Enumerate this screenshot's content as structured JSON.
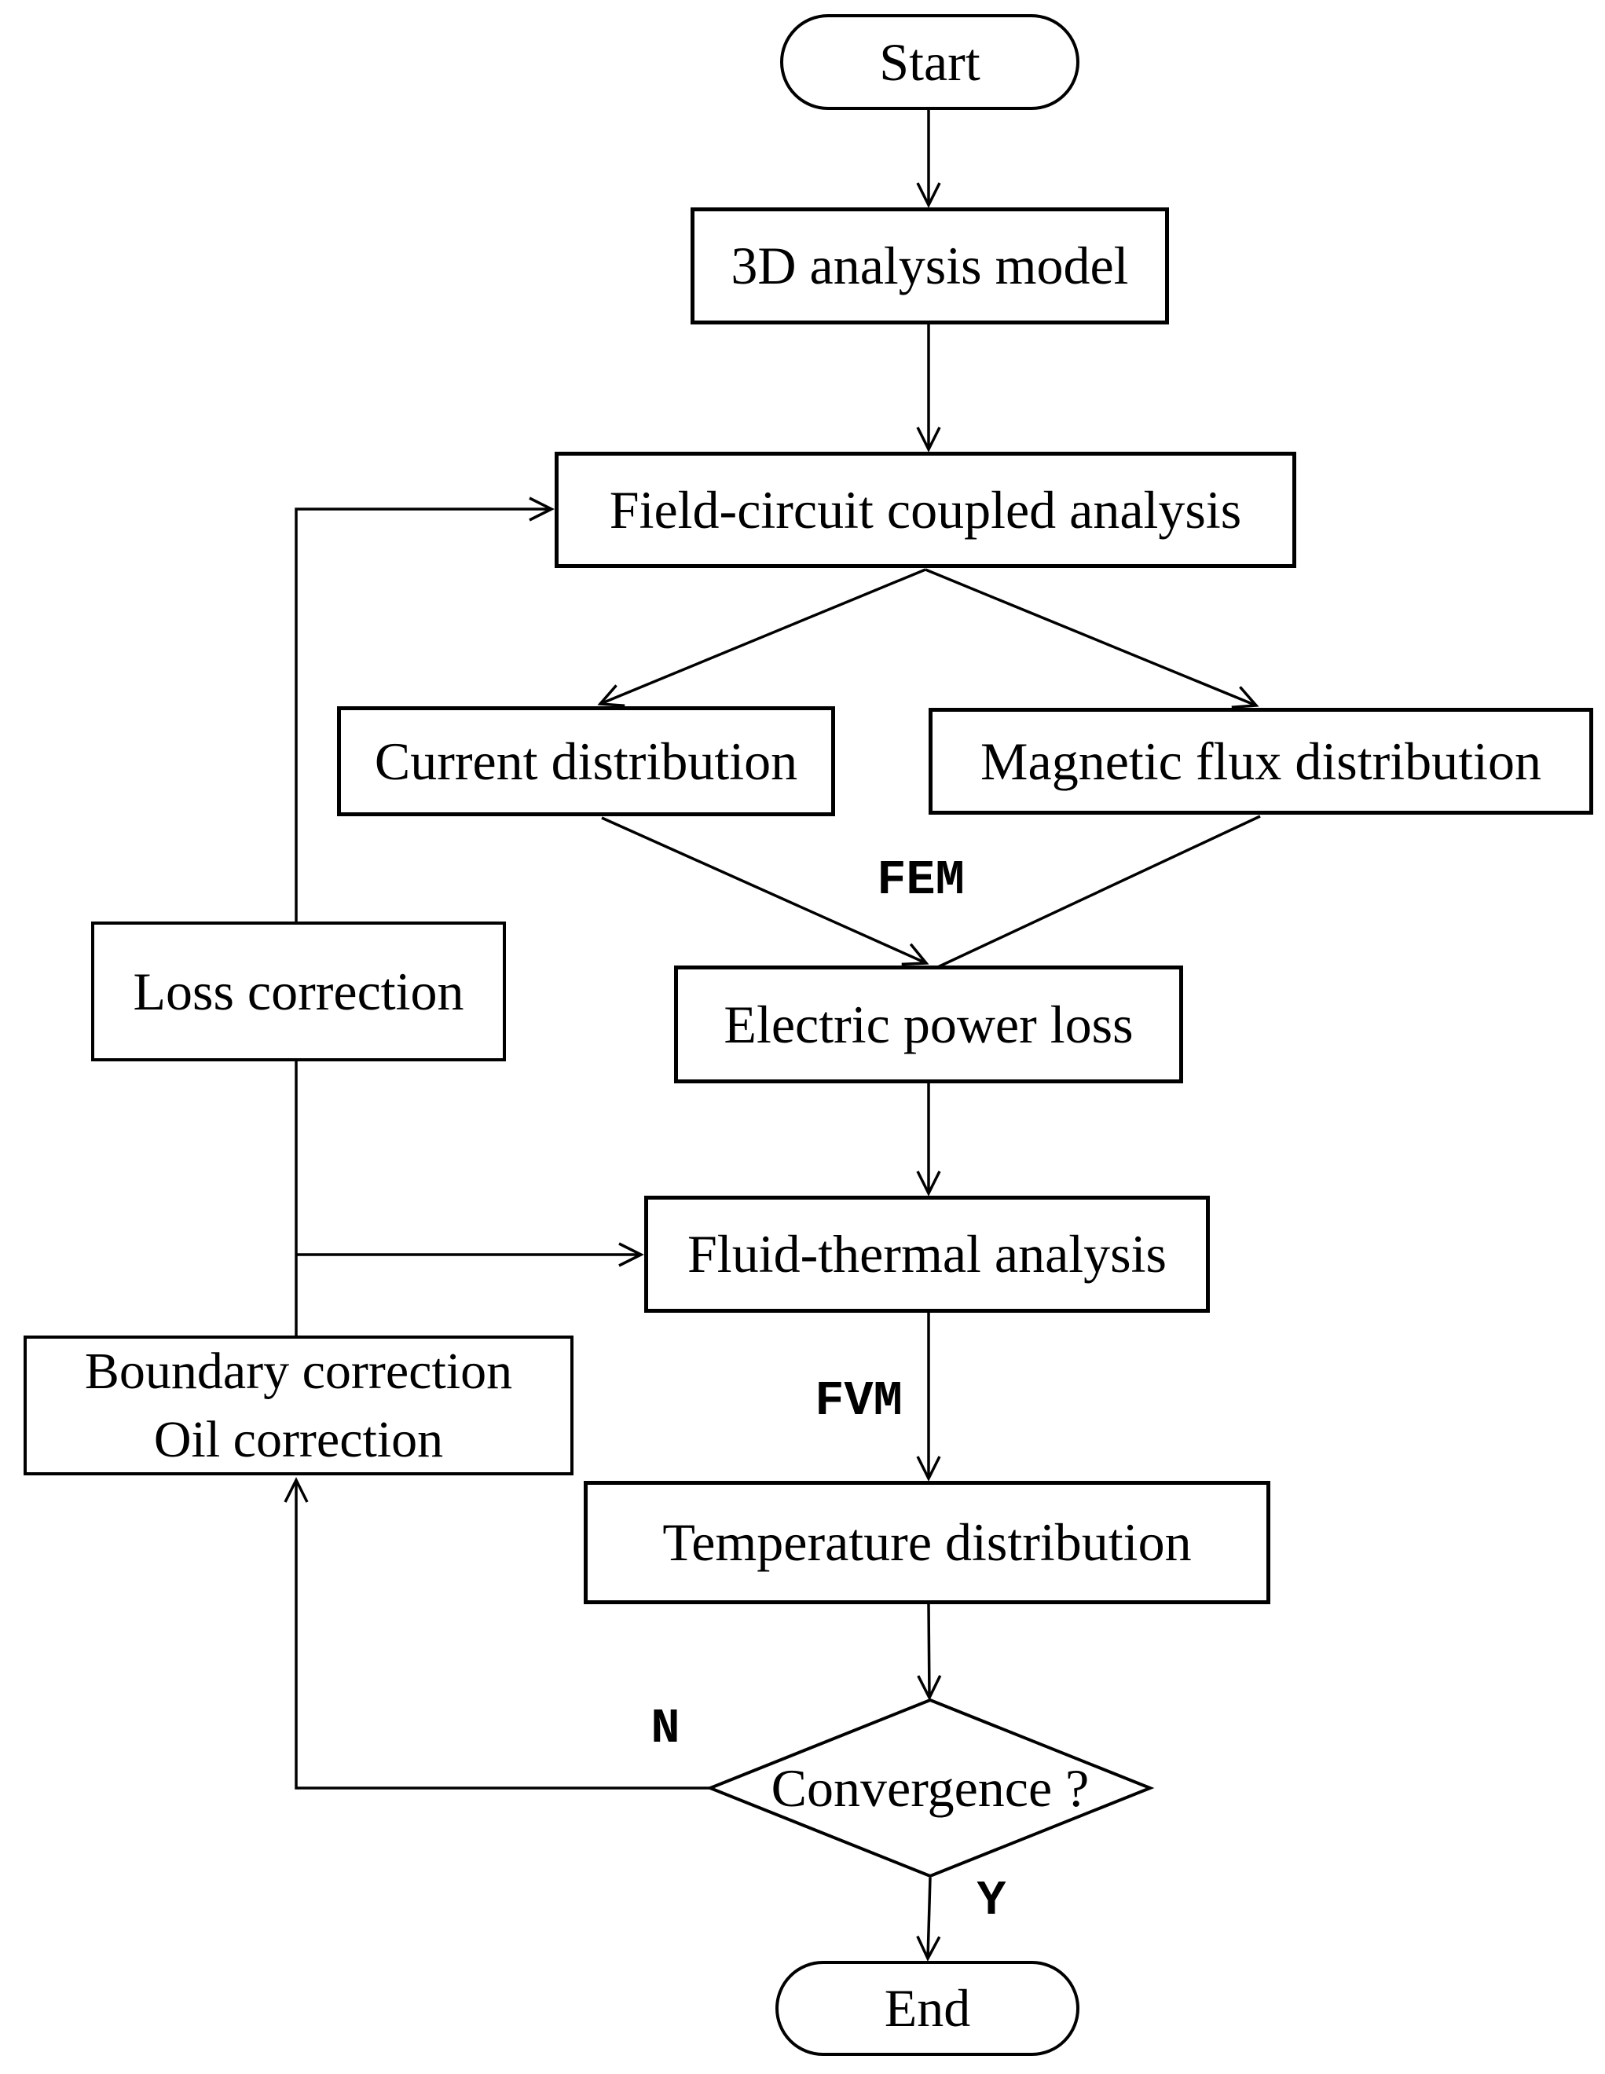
{
  "flowchart": {
    "nodes": {
      "start": {
        "label": "Start",
        "type": "terminator"
      },
      "model_3d": {
        "label": "3D analysis model",
        "type": "process"
      },
      "field_circuit": {
        "label": "Field-circuit coupled analysis",
        "type": "process"
      },
      "current_distribution": {
        "label": "Current distribution",
        "type": "process"
      },
      "magnetic_flux_distribution": {
        "label": "Magnetic flux distribution",
        "type": "process"
      },
      "electric_power_loss": {
        "label": "Electric power loss",
        "type": "process"
      },
      "loss_correction": {
        "label": "Loss correction",
        "type": "process"
      },
      "fluid_thermal": {
        "label": "Fluid-thermal analysis",
        "type": "process"
      },
      "boundary_correction": {
        "label_line1": "Boundary correction",
        "label_line2": "Oil correction",
        "type": "process"
      },
      "temperature_distribution": {
        "label": "Temperature distribution",
        "type": "process"
      },
      "convergence": {
        "label": "Convergence ?",
        "type": "decision"
      },
      "end": {
        "label": "End",
        "type": "terminator"
      }
    },
    "edge_labels": {
      "fem": "FEM",
      "fvm": "FVM",
      "convergence_no": "N",
      "convergence_yes": "Y"
    },
    "edges": [
      {
        "from": "start",
        "to": "model_3d"
      },
      {
        "from": "model_3d",
        "to": "field_circuit"
      },
      {
        "from": "field_circuit",
        "to": "current_distribution"
      },
      {
        "from": "field_circuit",
        "to": "magnetic_flux_distribution"
      },
      {
        "from": "current_distribution",
        "to": "electric_power_loss",
        "label": "FEM"
      },
      {
        "from": "magnetic_flux_distribution",
        "to": "electric_power_loss",
        "label": "FEM"
      },
      {
        "from": "electric_power_loss",
        "to": "fluid_thermal"
      },
      {
        "from": "fluid_thermal",
        "to": "temperature_distribution",
        "label": "FVM"
      },
      {
        "from": "temperature_distribution",
        "to": "convergence"
      },
      {
        "from": "convergence",
        "to": "end",
        "label": "Y"
      },
      {
        "from": "convergence",
        "to": "boundary_correction",
        "label": "N"
      },
      {
        "from": "boundary_correction",
        "to": "fluid_thermal"
      },
      {
        "from": "boundary_correction",
        "to": "loss_correction"
      },
      {
        "from": "loss_correction",
        "to": "field_circuit"
      }
    ],
    "colors": {
      "stroke": "#000000",
      "node_fill": "#ffffff",
      "background": "#ffffff"
    }
  }
}
